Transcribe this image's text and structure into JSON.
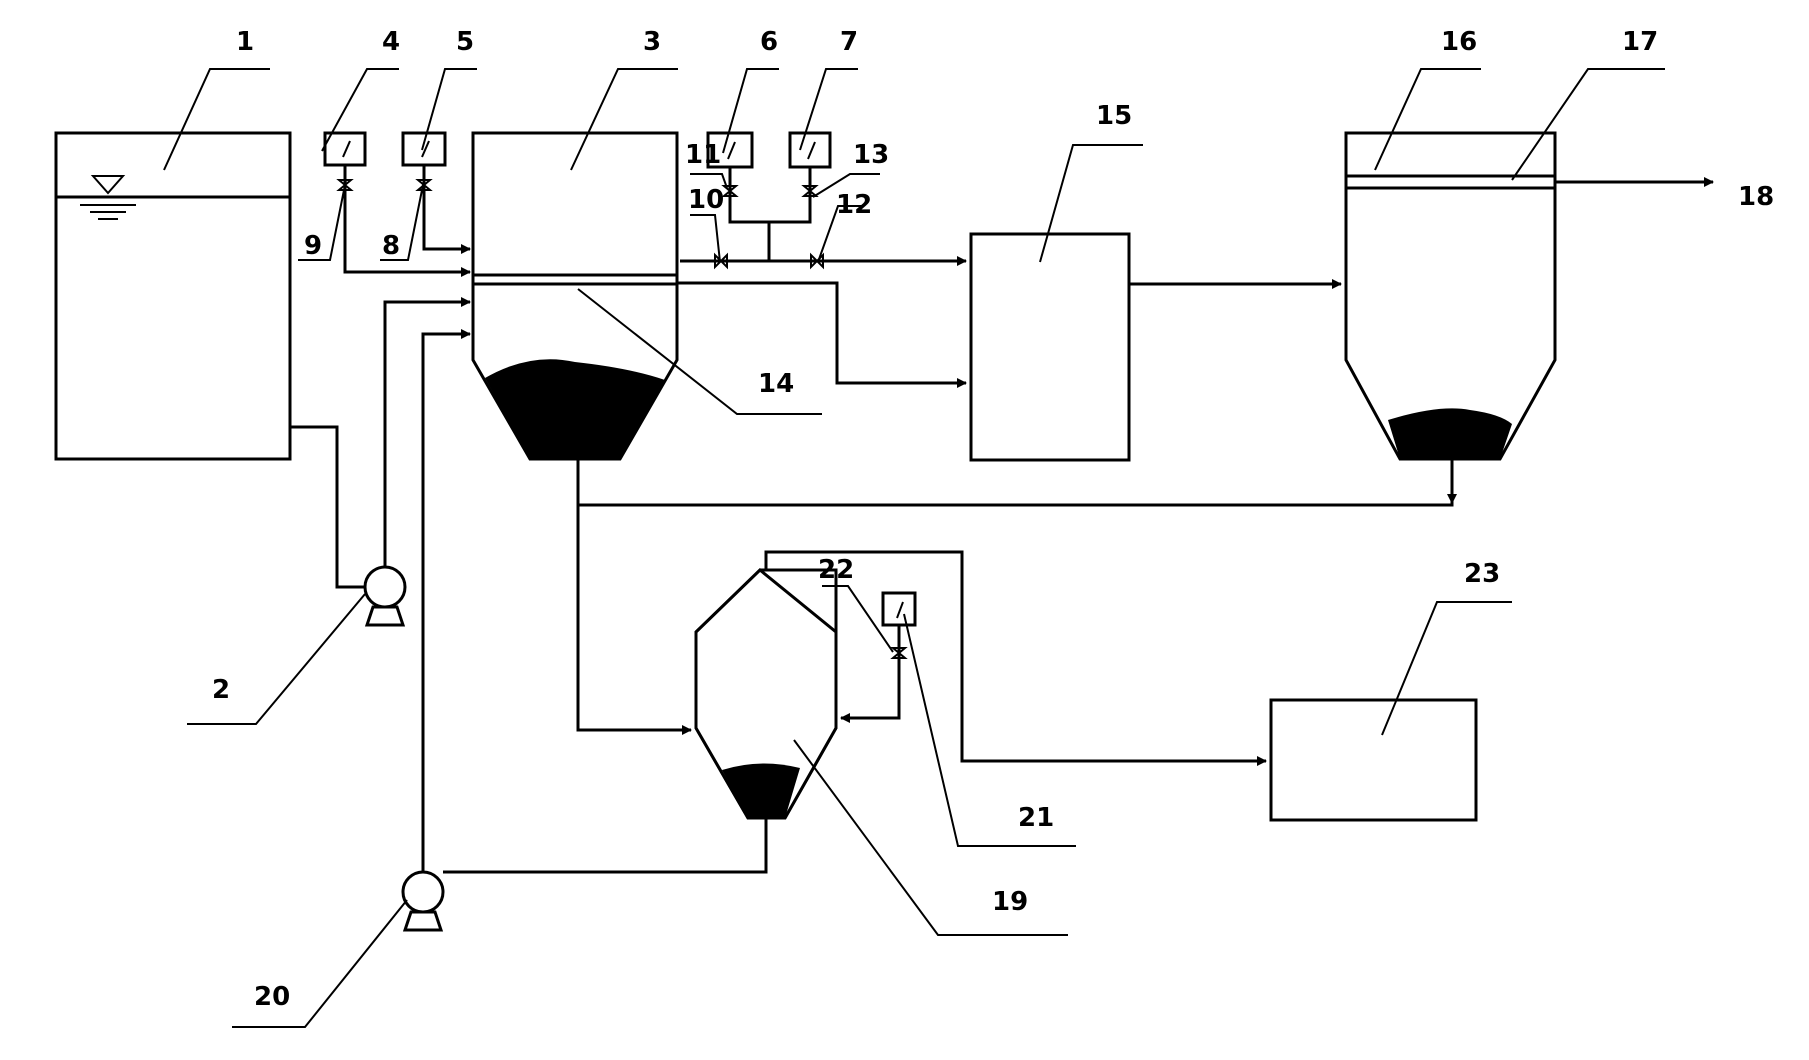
{
  "labels": {
    "n1": "1",
    "n2": "2",
    "n3": "3",
    "n4": "4",
    "n5": "5",
    "n6": "6",
    "n7": "7",
    "n8": "8",
    "n9": "9",
    "n10": "10",
    "n11": "11",
    "n12": "12",
    "n13": "13",
    "n14": "14",
    "n15": "15",
    "n16": "16",
    "n17": "17",
    "n18": "18",
    "n19": "19",
    "n20": "20",
    "n21": "21",
    "n22": "22",
    "n23": "23"
  },
  "colors": {
    "line": "#000000",
    "background": "#ffffff"
  }
}
